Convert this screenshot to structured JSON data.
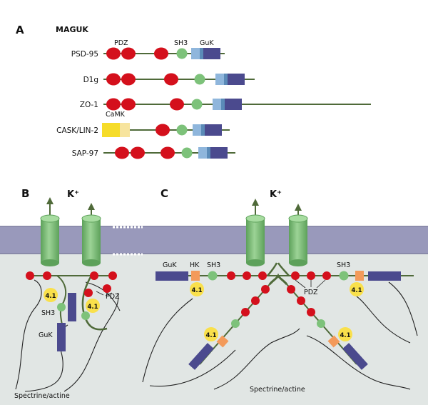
{
  "panel_a": {
    "letter": "A",
    "title": "MAGUK",
    "domain_labels": {
      "pdz": "PDZ",
      "sh3": "SH3",
      "guk": "GuK",
      "camk": "CaMK"
    },
    "proteins": [
      "PSD-95",
      "D1g",
      "ZO-1",
      "CASK/LIN-2",
      "SAP-97"
    ]
  },
  "panel_b": {
    "letter": "B",
    "ion": "K⁺",
    "labels": {
      "pdz": "PDZ",
      "sh3": "SH3",
      "guk": "GuK",
      "band41": "4.1",
      "cytoskeleton": "Spectrine/actine"
    }
  },
  "panel_c": {
    "letter": "C",
    "ion": "K⁺",
    "labels": {
      "guk": "GuK",
      "hk": "HK",
      "sh3_left": "SH3",
      "sh3_right": "SH3",
      "pdz": "PDZ",
      "band41": "4.1",
      "cytoskeleton": "Spectrine/actine"
    }
  },
  "colors": {
    "pdz": "#d4101c",
    "sh3": "#7dc27a",
    "guk": "#4b4a8e",
    "link": "#8fb6dc",
    "camk": "#f6dc29",
    "camk_light": "#f7e49e",
    "hk": "#f39a5a",
    "band41": "#f9e04b",
    "membrane": "#9999bb",
    "cytoplasm": "#e1e6e4",
    "channel": "#77bb72",
    "chain": "#4f6a39"
  }
}
